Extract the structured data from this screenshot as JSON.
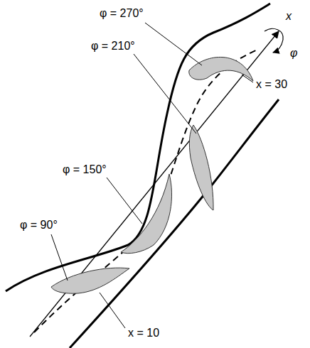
{
  "diagram": {
    "labels": [
      "φ = 270°",
      "φ = 210°",
      "φ = 150°",
      "φ = 90°",
      "x = 30",
      "x = 10",
      "x",
      "φ"
    ]
  }
}
